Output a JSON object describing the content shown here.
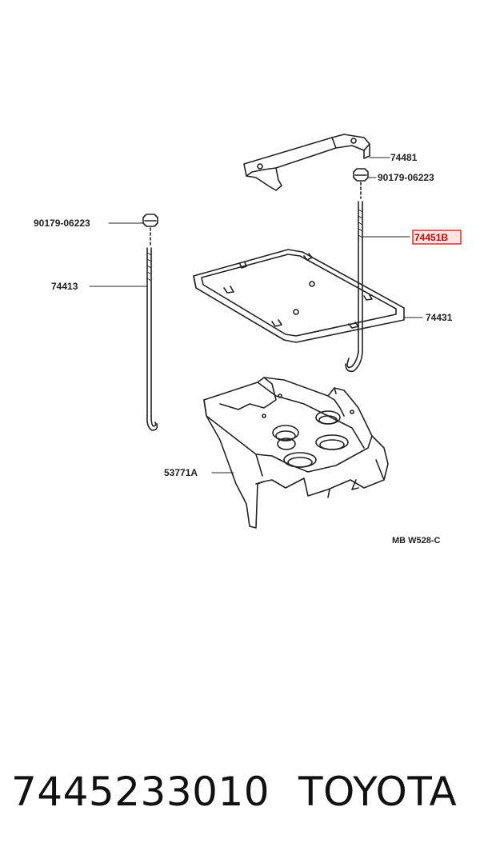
{
  "diagram": {
    "labels": {
      "clamp_top": "74481",
      "nut_right": "90179-06223",
      "rod_right": "74451B",
      "nut_left": "90179-06223",
      "rod_left": "74413",
      "tray": "74431",
      "bracket": "53771A",
      "drawing_code": "MB W528-C"
    },
    "highlight_color": "#e03030"
  },
  "caption": {
    "part_number": "7445233010",
    "brand": "TOYOTA"
  }
}
